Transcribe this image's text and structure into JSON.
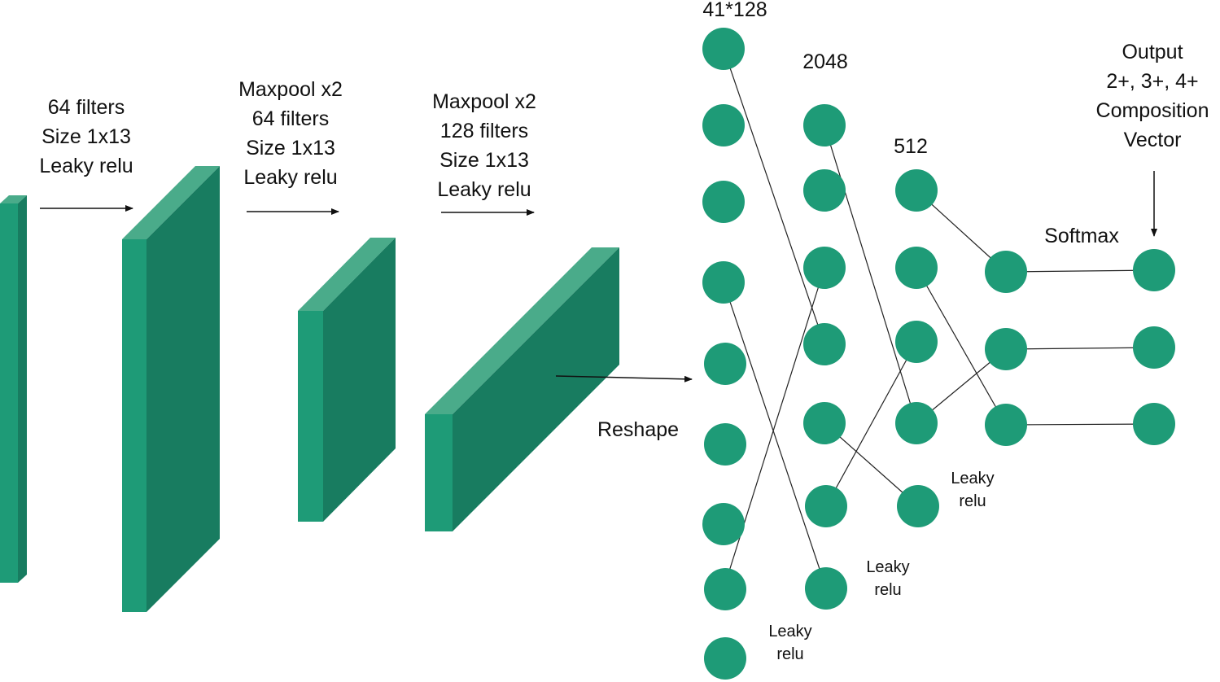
{
  "colors": {
    "front": "#1e9b77",
    "top": "#4aab8a",
    "side": "#187c60",
    "node": "#1e9b77",
    "line": "#222222"
  },
  "labels": {
    "conv1": [
      "64 filters",
      "Size 1x13",
      "Leaky relu"
    ],
    "conv2": [
      "Maxpool x2",
      "64 filters",
      "Size 1x13",
      "Leaky relu"
    ],
    "conv3": [
      "Maxpool x2",
      "128 filters",
      "Size 1x13",
      "Leaky relu"
    ],
    "reshape": "Reshape",
    "layer1_size": "41*128",
    "layer2_size": "2048",
    "layer3_size": "512",
    "softmax": "Softmax",
    "output": [
      "Output",
      "2+, 3+, 4+",
      "Composition",
      "Vector"
    ],
    "act1": [
      "Leaky",
      "relu"
    ],
    "act2": [
      "Leaky",
      "relu"
    ],
    "act3": [
      "Leaky",
      "relu"
    ]
  }
}
